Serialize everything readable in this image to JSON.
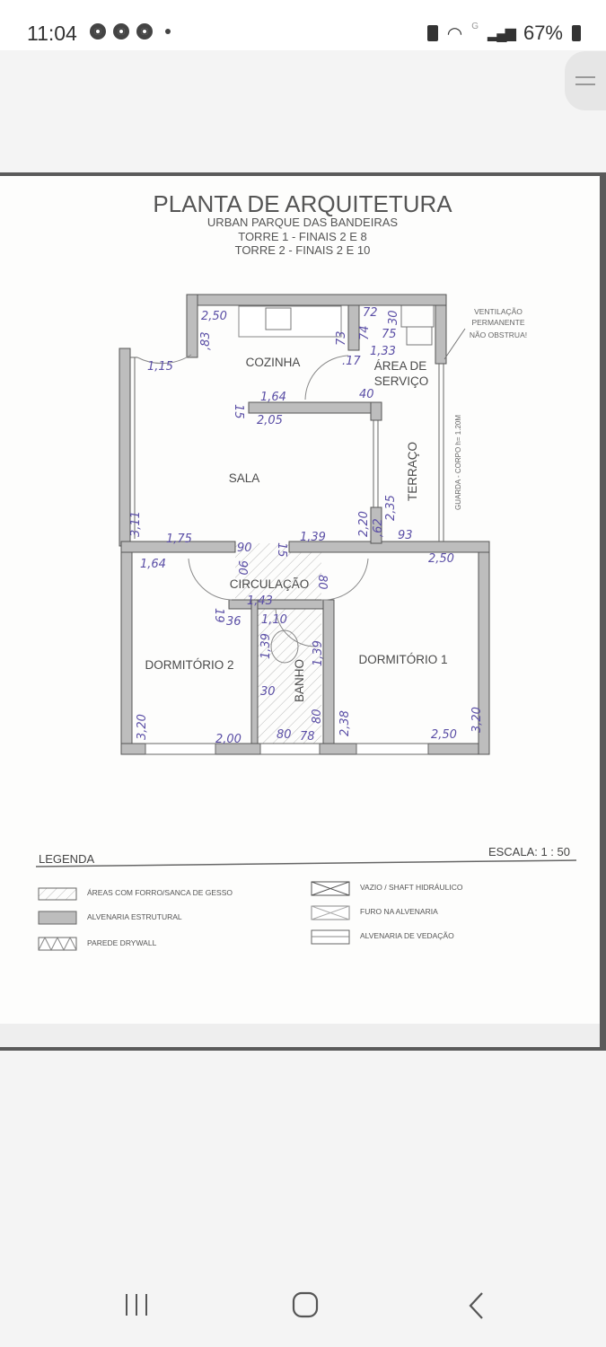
{
  "status_bar": {
    "time": "11:04",
    "battery": "67%",
    "network": "G"
  },
  "plan": {
    "title": "PLANTA DE ARQUITETURA",
    "subtitle1": "URBAN PARQUE DAS BANDEIRAS",
    "subtitle2": "TORRE 1 - FINAIS 2 E 8",
    "subtitle3": "TORRE 2 - FINAIS 2 E 10",
    "rooms": [
      "COZINHA",
      "ÁREA DE",
      "SERVIÇO",
      "SALA",
      "TERRAÇO",
      "CIRCULAÇÃO",
      "DORMITÓRIO 2",
      "DORMITÓRIO 1",
      "BANHO"
    ],
    "guard_note": "GUARDA - CORPO  h= 1.20M",
    "vent_note": [
      "VENTILAÇÃO",
      "PERMANENTE",
      "NÃO OBSTRUA!"
    ],
    "dims": [
      "2,50",
      ",83",
      "1,15",
      "73",
      "74",
      "72",
      "30",
      "75",
      "1,33",
      ".17",
      "1,64",
      "40",
      "15",
      "2,05",
      "3,11",
      "1,75",
      "1,39",
      "15",
      "2,20",
      ",62",
      "2,35",
      "93",
      "90",
      "1,64",
      "90",
      "2,50",
      "1,43",
      "80",
      "19",
      "36",
      "1,10",
      "1,39",
      "1,39",
      "30",
      "80",
      "3,20",
      "2,00",
      "80",
      "78",
      "2,38",
      "2,50",
      "3,20"
    ],
    "legend": {
      "title": "LEGENDA",
      "scale": "ESCALA: 1 : 50",
      "items": [
        "ÁREAS COM FORRO/SANCA DE GESSO",
        "ALVENARIA ESTRUTURAL",
        "PAREDE DRYWALL",
        "VAZIO / SHAFT HIDRÁULICO",
        "FURO NA ALVENARIA",
        "ALVENARIA DE VEDAÇÃO"
      ]
    }
  },
  "colors": {
    "ink": "#5b4fa6",
    "wall": "#bdbdbd"
  }
}
